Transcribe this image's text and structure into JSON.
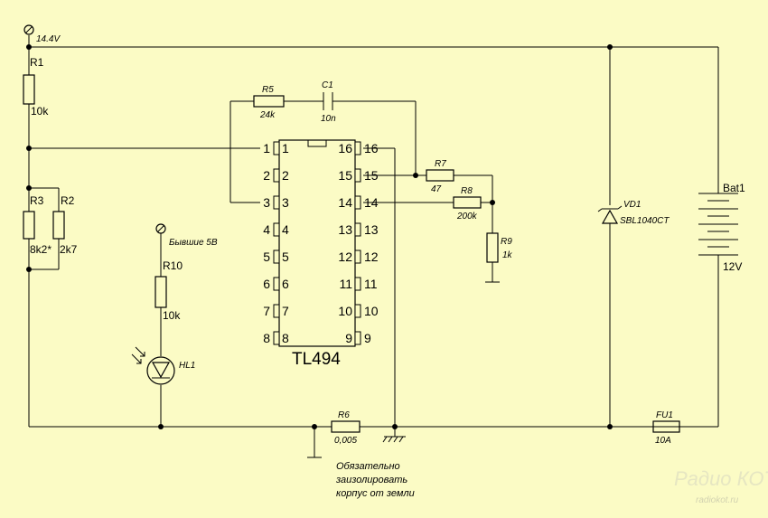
{
  "supply": {
    "label": "14.4V"
  },
  "led_supply": {
    "label": "Бывшие 5В"
  },
  "resistors": [
    {
      "ref": "R1",
      "value": "10k"
    },
    {
      "ref": "R2",
      "value": "2k7"
    },
    {
      "ref": "R3",
      "value": "8k2*"
    },
    {
      "ref": "R5",
      "value": "24k"
    },
    {
      "ref": "R6",
      "value": "0,005"
    },
    {
      "ref": "R7",
      "value": "47"
    },
    {
      "ref": "R8",
      "value": "200k"
    },
    {
      "ref": "R9",
      "value": "1k"
    },
    {
      "ref": "R10",
      "value": "10k"
    }
  ],
  "capacitor": {
    "ref": "C1",
    "value": "10n"
  },
  "diode": {
    "ref": "VD1",
    "value": "SBL1040CT"
  },
  "led": {
    "ref": "HL1"
  },
  "battery": {
    "ref": "Bat1",
    "value": "12V"
  },
  "fuse": {
    "ref": "FU1",
    "value": "10A"
  },
  "ic": {
    "name": "TL494",
    "pins_left": [
      "1",
      "2",
      "3",
      "4",
      "5",
      "6",
      "7",
      "8"
    ],
    "pins_right": [
      "16",
      "15",
      "14",
      "13",
      "12",
      "11",
      "10",
      "9"
    ]
  },
  "note": [
    "Обязательно",
    "заизолировать",
    "корпус от земли"
  ],
  "watermark": {
    "logo": "Радио КОТ",
    "site": "radiokot.ru"
  }
}
